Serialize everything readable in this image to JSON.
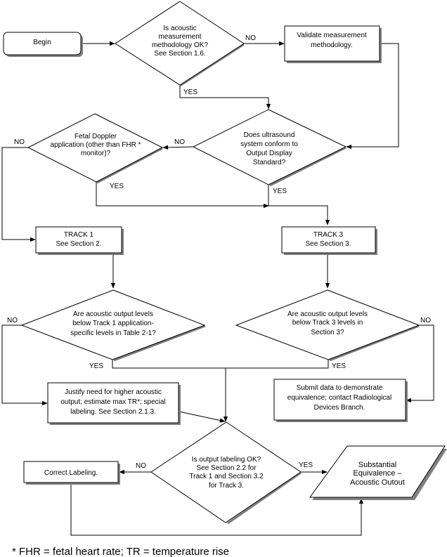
{
  "nodes": {
    "begin": {
      "type": "terminator",
      "lines": [
        "Begin"
      ]
    },
    "q_methodology": {
      "type": "decision",
      "lines": [
        "Is acoustic",
        "measurement",
        "methodology OK?",
        "See Section 1.6."
      ]
    },
    "validate": {
      "type": "process",
      "lines": [
        "Validate measurement",
        "methodology."
      ]
    },
    "q_ods": {
      "type": "decision",
      "lines": [
        "Does ultrasound",
        "system conform to",
        "Output Display",
        "Standard?"
      ]
    },
    "q_fetal": {
      "type": "decision",
      "lines": [
        "Fetal Doppler",
        "application (other than FHR *",
        "monitor)?"
      ]
    },
    "track1": {
      "type": "process",
      "lines": [
        "TRACK  1",
        "See Section 2."
      ]
    },
    "track3": {
      "type": "process",
      "lines": [
        "TRACK  3",
        "See Section 3."
      ]
    },
    "q_track1": {
      "type": "decision",
      "lines": [
        "Are acoustic output levels",
        "below Track 1 application-",
        "specific levels in Table 2-1?"
      ]
    },
    "q_track3": {
      "type": "decision",
      "lines": [
        "Are acoustic output levels",
        "below Track 3 levels in",
        "Section 3?"
      ]
    },
    "justify": {
      "type": "process",
      "lines": [
        "Justify need for higher acoustic",
        "output; estimate max TR*; special",
        "labeling.  See Section 2.1.3."
      ]
    },
    "submit": {
      "type": "process",
      "lines": [
        "Submit data to demonstrate",
        "equivalence; contact Radiological",
        "Devices Branch."
      ]
    },
    "q_labeling": {
      "type": "decision",
      "lines": [
        "Is output labeling OK?",
        "See Section 2.2 for",
        "Track 1 and Section 3.2",
        "for Track 3."
      ]
    },
    "correct": {
      "type": "process",
      "lines": [
        "Correct Labeling."
      ]
    },
    "equivalence": {
      "type": "data",
      "lines": [
        "Substantial",
        "Equivalence –",
        "Acoustic Outout"
      ]
    }
  },
  "edges": [
    {
      "from": "begin",
      "to": "q_methodology",
      "label": ""
    },
    {
      "from": "q_methodology",
      "to": "validate",
      "label": "NO"
    },
    {
      "from": "q_methodology",
      "to": "q_ods",
      "label": "YES"
    },
    {
      "from": "validate",
      "to": "q_ods",
      "label": ""
    },
    {
      "from": "q_ods",
      "to": "q_fetal",
      "label": "NO"
    },
    {
      "from": "q_ods",
      "to": "track3",
      "label": "YES"
    },
    {
      "from": "q_fetal",
      "to": "track1",
      "label": "NO"
    },
    {
      "from": "q_fetal",
      "to": "track3",
      "label": "YES"
    },
    {
      "from": "track1",
      "to": "q_track1",
      "label": ""
    },
    {
      "from": "track3",
      "to": "q_track3",
      "label": ""
    },
    {
      "from": "q_track1",
      "to": "justify",
      "label": "NO"
    },
    {
      "from": "q_track1",
      "to": "q_labeling",
      "label": "YES"
    },
    {
      "from": "q_track3",
      "to": "submit",
      "label": "NO"
    },
    {
      "from": "q_track3",
      "to": "q_labeling",
      "label": "YES"
    },
    {
      "from": "justify",
      "to": "q_labeling",
      "label": ""
    },
    {
      "from": "q_labeling",
      "to": "correct",
      "label": "NO"
    },
    {
      "from": "q_labeling",
      "to": "equivalence",
      "label": "YES"
    },
    {
      "from": "correct",
      "to": "equivalence",
      "label": ""
    }
  ],
  "labels": {
    "yes": "YES",
    "no": "NO"
  },
  "footnote": "* FHR = fetal heart rate; TR = temperature rise"
}
